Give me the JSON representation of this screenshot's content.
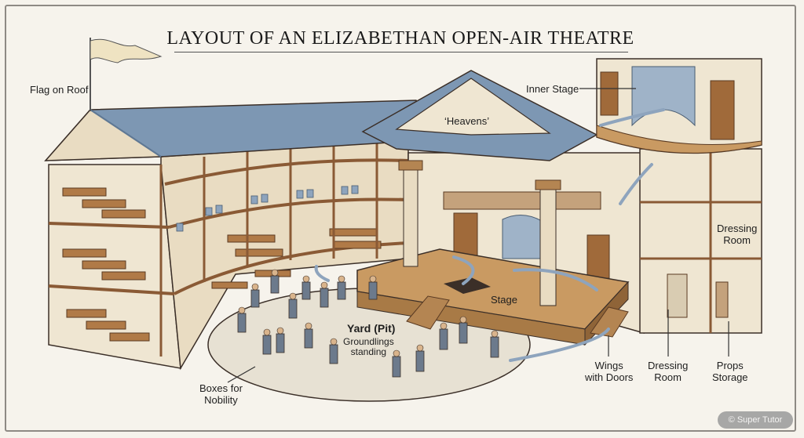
{
  "title": "LAYOUT OF AN ELIZABETHAN OPEN-AIR THEATRE",
  "labels": {
    "flag_on_roof": "Flag on Roof",
    "heavens": "‘Heavens’",
    "inner_stage": "Inner Stage",
    "stage": "Stage",
    "dressing_room_upper": [
      "Dressing",
      "Room"
    ],
    "yard_pit": "Yard (Pit)",
    "groundlings": [
      "Groundlings",
      "standing"
    ],
    "boxes_for_nobility": [
      "Boxes for",
      "Nobility"
    ],
    "wings_with_doors": [
      "Wings",
      "with Doors"
    ],
    "dressing_room_lower": [
      "Dressing",
      "Room"
    ],
    "props_storage": [
      "Props",
      "Storage"
    ]
  },
  "watermark": "© Super Tutor",
  "colors": {
    "roof": "#7d97b3",
    "roof_dark": "#5f7894",
    "timber": "#8a5a35",
    "plaster": "#efe6d2",
    "floor": "#c99a62",
    "yard": "#e7e1d3",
    "outline": "#3b2f28"
  }
}
